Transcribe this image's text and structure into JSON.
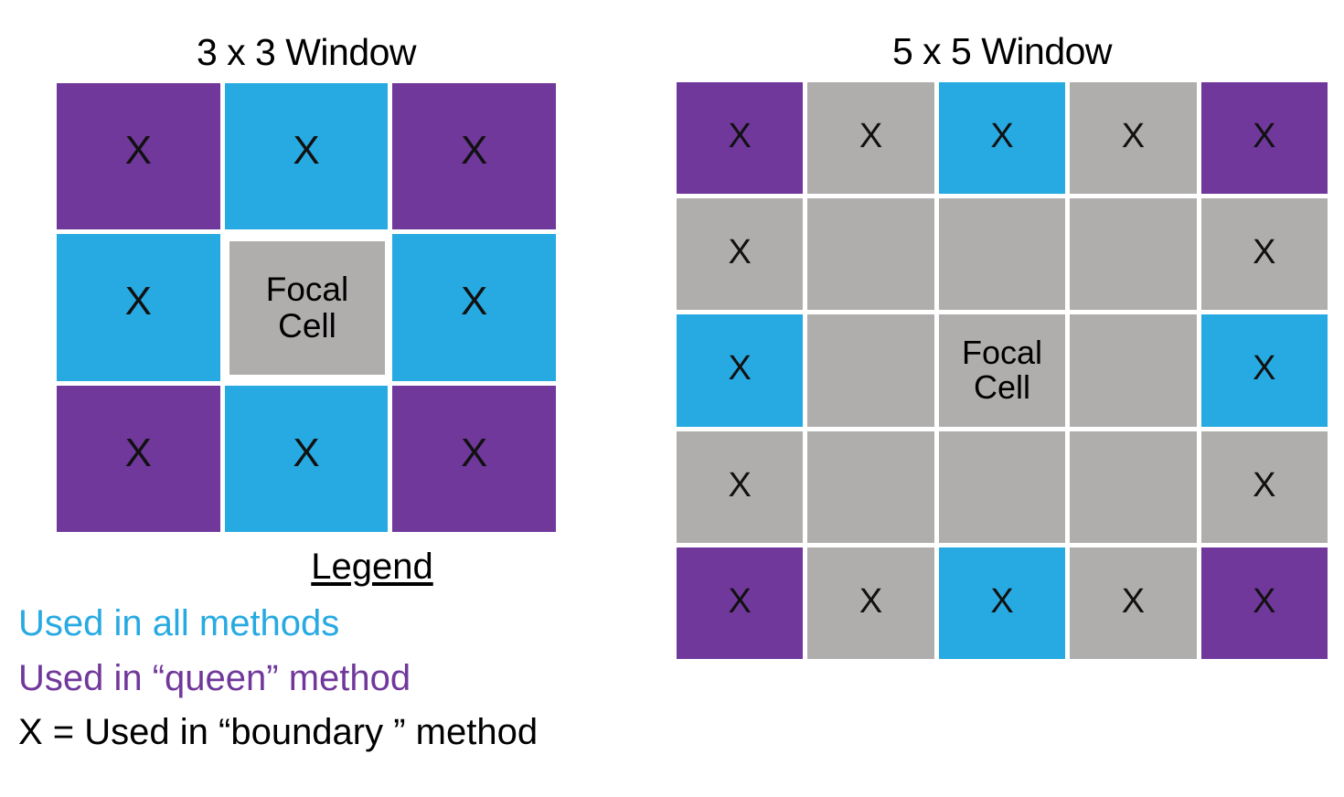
{
  "panels": [
    {
      "id": "window-3x3",
      "title": "3 x 3 Window",
      "rows": 3,
      "cols": 3,
      "cells": [
        {
          "color": "purple",
          "mark": "X"
        },
        {
          "color": "blue",
          "mark": "X"
        },
        {
          "color": "purple",
          "mark": "X"
        },
        {
          "color": "blue",
          "mark": "X"
        },
        {
          "color": "focal",
          "label_line1": "Focal",
          "label_line2": "Cell"
        },
        {
          "color": "blue",
          "mark": "X"
        },
        {
          "color": "purple",
          "mark": "X"
        },
        {
          "color": "blue",
          "mark": "X"
        },
        {
          "color": "purple",
          "mark": "X"
        }
      ]
    },
    {
      "id": "window-5x5",
      "title": "5 x 5 Window",
      "rows": 5,
      "cols": 5,
      "cells": [
        {
          "color": "purple",
          "mark": "X"
        },
        {
          "color": "gray",
          "mark": "X"
        },
        {
          "color": "blue",
          "mark": "X"
        },
        {
          "color": "gray",
          "mark": "X"
        },
        {
          "color": "purple",
          "mark": "X"
        },
        {
          "color": "gray",
          "mark": "X"
        },
        {
          "color": "gray",
          "mark": ""
        },
        {
          "color": "gray",
          "mark": ""
        },
        {
          "color": "gray",
          "mark": ""
        },
        {
          "color": "gray",
          "mark": "X"
        },
        {
          "color": "blue",
          "mark": "X"
        },
        {
          "color": "gray",
          "mark": ""
        },
        {
          "color": "focal",
          "label_line1": "Focal",
          "label_line2": "Cell"
        },
        {
          "color": "gray",
          "mark": ""
        },
        {
          "color": "blue",
          "mark": "X"
        },
        {
          "color": "gray",
          "mark": "X"
        },
        {
          "color": "gray",
          "mark": ""
        },
        {
          "color": "gray",
          "mark": ""
        },
        {
          "color": "gray",
          "mark": ""
        },
        {
          "color": "gray",
          "mark": "X"
        },
        {
          "color": "purple",
          "mark": "X"
        },
        {
          "color": "gray",
          "mark": "X"
        },
        {
          "color": "blue",
          "mark": "X"
        },
        {
          "color": "gray",
          "mark": "X"
        },
        {
          "color": "purple",
          "mark": "X"
        }
      ]
    }
  ],
  "legend": {
    "title": "Legend",
    "entries": [
      {
        "text": "Used in all methods",
        "color_name": "blue",
        "color": "#27aae1"
      },
      {
        "text": "Used in “queen” method",
        "color_name": "purple",
        "color": "#70389b"
      },
      {
        "text": "X = Used in “boundary ” method",
        "color_name": "black",
        "color": "#000000"
      }
    ]
  },
  "colors": {
    "blue": "#27aae1",
    "purple": "#70389b",
    "gray": "#b0adad",
    "background": "#ffffff",
    "text": "#000000"
  }
}
